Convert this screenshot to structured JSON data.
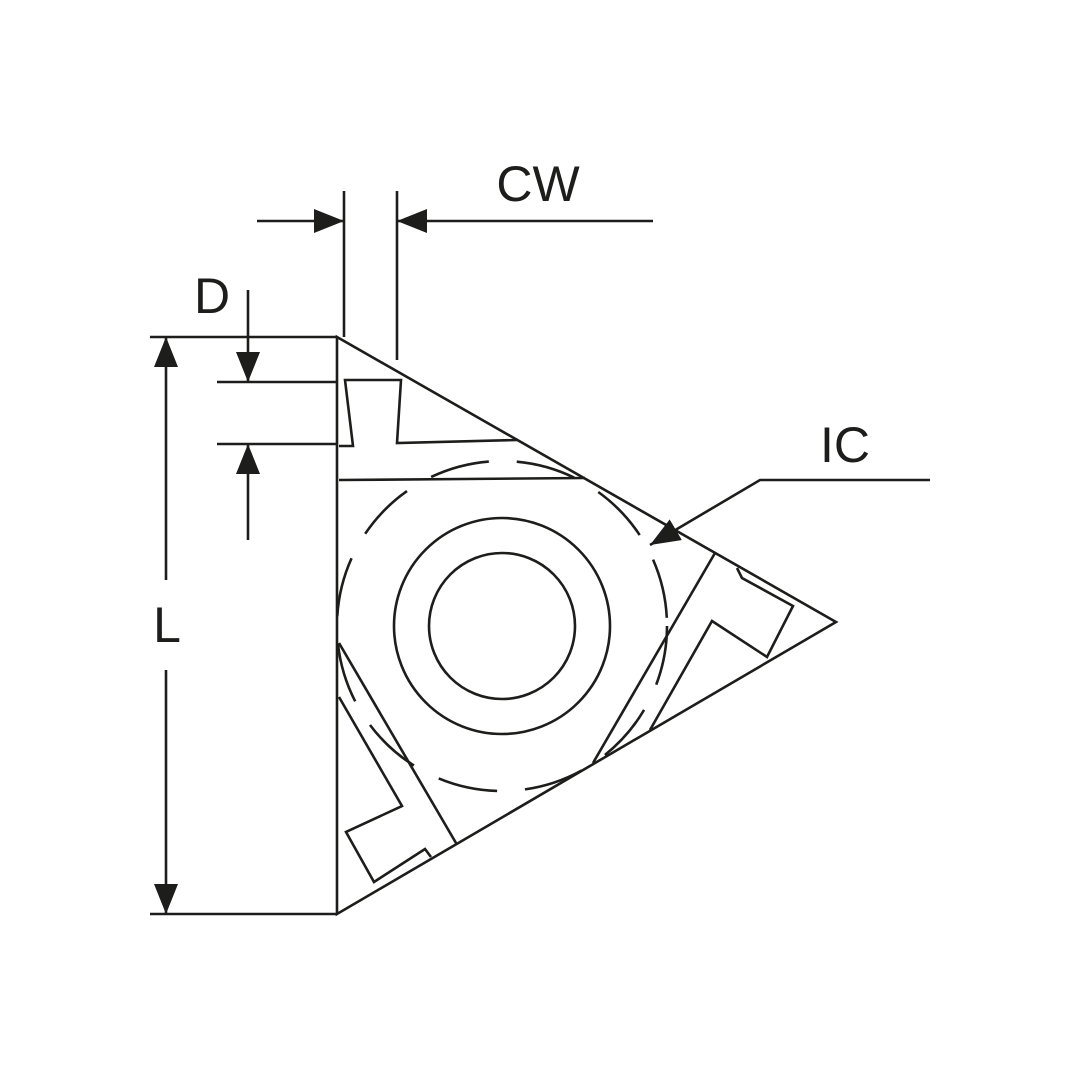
{
  "labels": {
    "cw": "CW",
    "d": "D",
    "ic": "IC",
    "l": "L"
  },
  "colors": {
    "stroke": "#1d1d1b",
    "background": "#ffffff"
  }
}
